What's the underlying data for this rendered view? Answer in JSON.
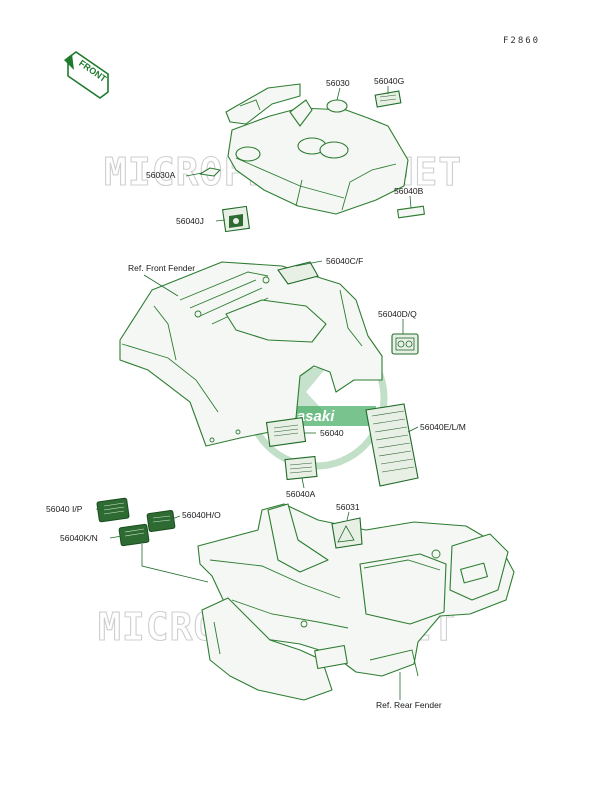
{
  "code": "F2860",
  "front_label": "FRONT",
  "watermark": {
    "top": "MICROFICHES.NET",
    "bottom": "MICROFICHES.NET"
  },
  "logo": {
    "text": "Kawasaki"
  },
  "labels": {
    "p56030": "56030",
    "p56040G": "56040G",
    "p56030A": "56030A",
    "p56040B": "56040B",
    "p56040J": "56040J",
    "ref_front_fender": "Ref. Front Fender",
    "p56040CF": "56040C/F",
    "p56040DQ": "56040D/Q",
    "p56040": "56040",
    "p56040ELM": "56040E/L/M",
    "p56040A": "56040A",
    "p56040IP": "56040 I/P",
    "p56040HO": "56040H/O",
    "p56040KN": "56040K/N",
    "p56031": "56031",
    "ref_rear_fender": "Ref. Rear Fender"
  },
  "colors": {
    "line_art": "#2e7d32",
    "watermark": "#cfcfcf",
    "logo": "#8fc59a"
  }
}
